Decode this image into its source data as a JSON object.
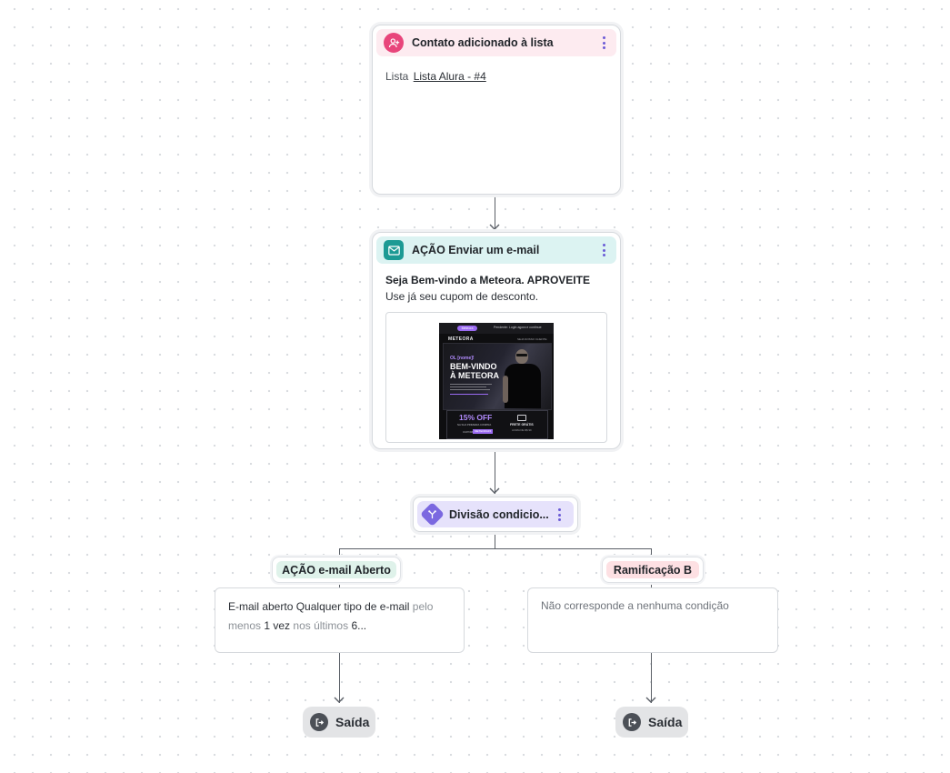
{
  "trigger": {
    "title": "Contato adicionado à lista",
    "list_label": "Lista",
    "list_link": "Lista Alura - #4",
    "icon": "user-plus-icon",
    "accent": "#e8457b",
    "header_bg": "#fdebf0"
  },
  "send_email": {
    "title": "AÇÃO Enviar um e-mail",
    "subject": "Seja Bem-vindo a Meteora. APROVEITE",
    "preheader": "Use já seu cupom de desconto.",
    "icon": "mail-icon",
    "accent": "#1c9a94",
    "header_bg": "#dcf3f2",
    "preview": {
      "badge": "Meteora",
      "top_text": "Pendente: Login agora e continue",
      "brand": "METEORA",
      "brand_right": "SEJA NOSSO CLIENTE",
      "greeting": "OL [nome]!",
      "headline_1": "BEM-VINDO",
      "headline_2": "À METEORA",
      "offer": "15% OFF",
      "offer_sub": "NA SUA PRIMEIRA COMPRA",
      "coupon_label": "CUPOM",
      "coupon_code": "METEORA15",
      "shipping": "FRETE GRÁTIS",
      "shipping_sub": "ACIMA DE R$ 99"
    }
  },
  "split": {
    "title": "Divisão condicio...",
    "icon": "split-icon",
    "accent": "#7b68e0",
    "header_bg": "#e6e2fb"
  },
  "branch_a": {
    "label": "AÇÃO e-mail Aberto",
    "label_bg": "#dff2ea",
    "t1": "E-mail aberto",
    "t2": "Qualquer tipo de e-mail",
    "t3": "pelo",
    "t4": "menos",
    "t5": "1 vez",
    "t6": "nos últimos",
    "t7": "6..."
  },
  "branch_b": {
    "label": "Ramificação B",
    "label_bg": "#fde0e3",
    "text": "Não corresponde a nenhuma condição"
  },
  "exit_a": {
    "label": "Saída",
    "icon": "exit-icon"
  },
  "exit_b": {
    "label": "Saída",
    "icon": "exit-icon"
  }
}
